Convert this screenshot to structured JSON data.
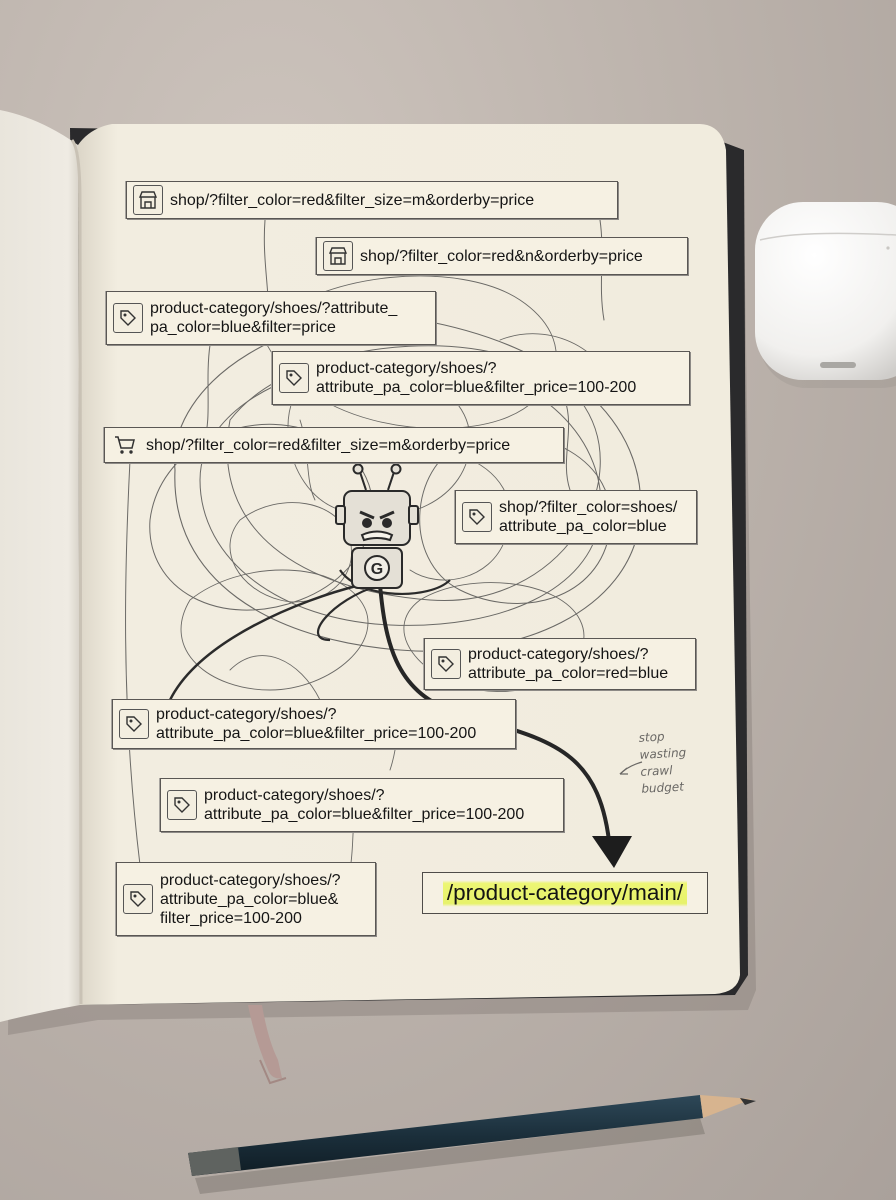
{
  "urls": [
    {
      "id": "u1",
      "text": "shop/?filter_color=red&filter_size=m&orderby=price",
      "icon": "store-icon"
    },
    {
      "id": "u2",
      "text": "shop/?filter_color=red&n&orderby=price",
      "icon": "store-icon"
    },
    {
      "id": "u3",
      "text": "product-category/shoes/?attribute_\npa_color=blue&filter=price",
      "icon": "tag-icon"
    },
    {
      "id": "u4",
      "text": "product-category/shoes/?\nattribute_pa_color=blue&filter_price=100-200",
      "icon": "tag-icon"
    },
    {
      "id": "u5",
      "text": "shop/?filter_color=red&filter_size=m&orderby=price",
      "icon": "cart-icon"
    },
    {
      "id": "u6",
      "text": "shop/?filter_color=shoes/\nattribute_pa_color=blue",
      "icon": "tag-icon"
    },
    {
      "id": "u7",
      "text": "product-category/shoes/?\nattribute_pa_color=red=blue",
      "icon": "tag-icon"
    },
    {
      "id": "u8",
      "text": "product-category/shoes/?\nattribute_pa_color=blue&filter_price=100-200",
      "icon": "tag-icon"
    },
    {
      "id": "u9",
      "text": "product-category/shoes/?\nattribute_pa_color=blue&filter_price=100-200",
      "icon": "tag-icon"
    },
    {
      "id": "u10",
      "text": "product-category/shoes/?\nattribute_pa_color=blue&\nfilter_price=100-200",
      "icon": "tag-icon"
    }
  ],
  "target": {
    "text": "/product-category/main/",
    "highlight_color": "#ecf46e"
  },
  "note": "stop\nwasting\ncrawl\nbudget",
  "robot": {
    "badge": "G"
  },
  "colors": {
    "paper": "#f3eee0",
    "pencil": "#222222",
    "table": "#bdb4ad"
  }
}
